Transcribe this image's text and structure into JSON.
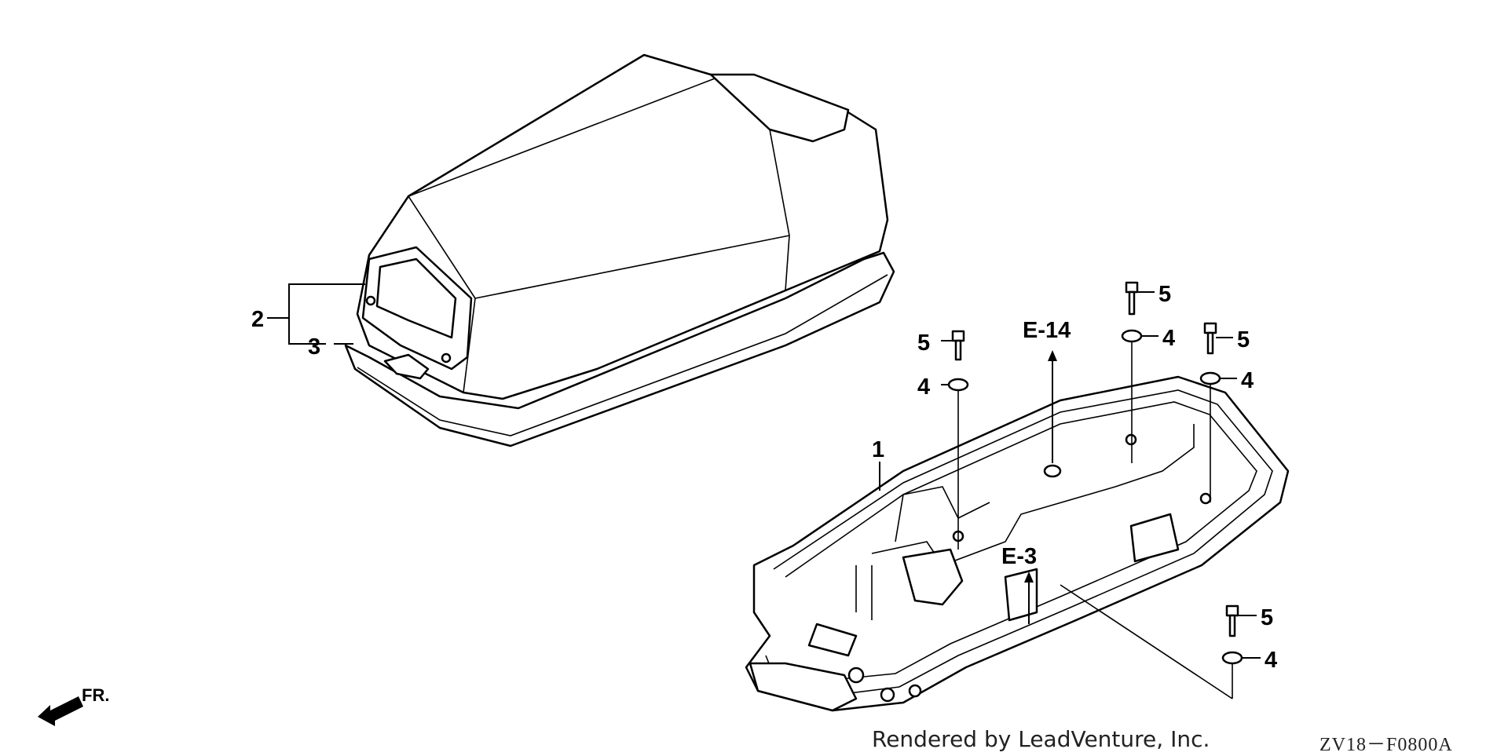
{
  "callouts": {
    "part_1": "1",
    "part_2": "2",
    "part_3": "3",
    "part_4a": "4",
    "part_4b": "4",
    "part_4c": "4",
    "part_4d": "4",
    "part_5a": "5",
    "part_5b": "5",
    "part_5c": "5",
    "part_5d": "5"
  },
  "references": {
    "e14": "E-14",
    "e3": "E-3"
  },
  "direction": {
    "label": "FR."
  },
  "footer": {
    "credit": "Rendered by LeadVenture, Inc.",
    "diagram_code": "ZV18－F0800A"
  }
}
